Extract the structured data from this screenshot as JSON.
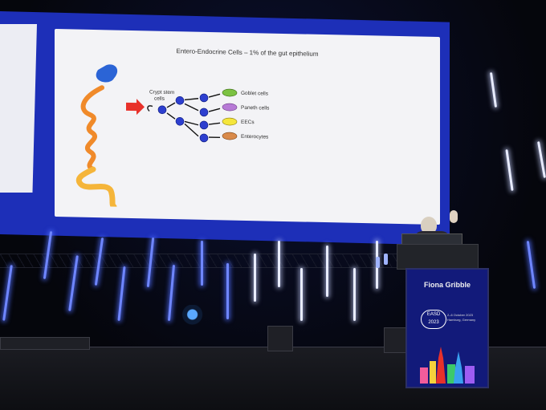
{
  "slide": {
    "title": "Entero-Endocrine Cells – 1% of the gut epithelium",
    "stem_label": "Crypt stem cells",
    "outcomes": [
      {
        "label": "Goblet cells",
        "color": "#7cc242"
      },
      {
        "label": "Paneth cells",
        "color": "#b77ad6"
      },
      {
        "label": "EECs",
        "color": "#f5e63c"
      },
      {
        "label": "Enterocytes",
        "color": "#d98a4a"
      }
    ]
  },
  "podium": {
    "speaker_name": "Fiona Gribble",
    "logo_text": "EASD 2023",
    "event_dates": "2–6 October 2023",
    "event_city": "Hamburg, Germany"
  },
  "colors": {
    "screen_blue": "#1d2fb8",
    "podium_blue": "#121a7a",
    "cell_blue": "#2d3fcf",
    "arrow_red": "#e8312a"
  }
}
